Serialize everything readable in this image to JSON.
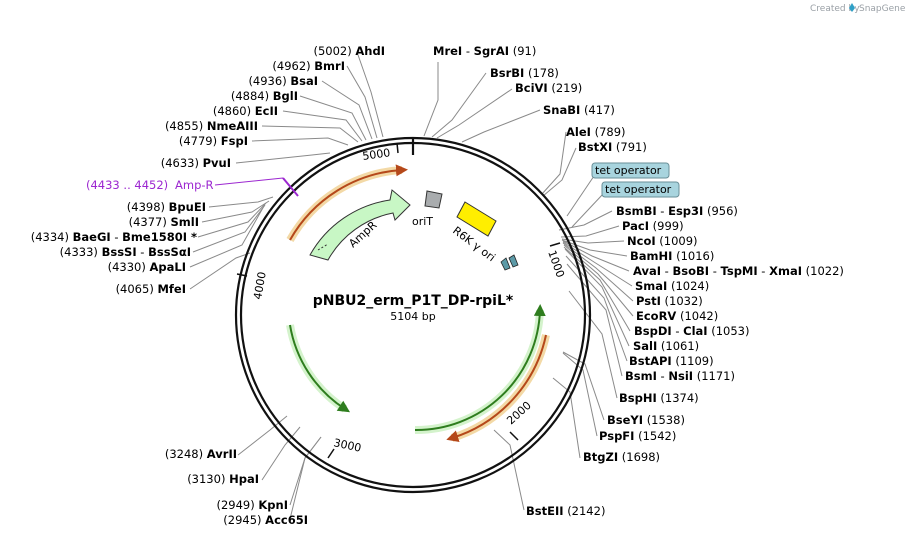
{
  "credit": {
    "prefix": "Created by",
    "brand": "SnapGene"
  },
  "plasmid": {
    "name": "pNBU2_erm_P1T_DP-rpiL*",
    "length_label": "5104 bp",
    "total_bp": 5104
  },
  "ticks": [
    "1000",
    "2000",
    "3000",
    "4000",
    "5000"
  ],
  "features": {
    "ampr": "AmpR",
    "orit": "oriT",
    "r6k": "R6K γ ori",
    "ampr_primer": "Amp-R",
    "ampr_primer_range": "(4433 .. 4452)",
    "primer_color": "#9c27d0"
  },
  "operators": [
    "tet operator",
    "tet operator"
  ],
  "sites": [
    {
      "id": "ahdi",
      "pos": "(5002)",
      "names": [
        "AhdI"
      ]
    },
    {
      "id": "bmri",
      "pos": "(4962)",
      "names": [
        "BmrI"
      ]
    },
    {
      "id": "bsai",
      "pos": "(4936)",
      "names": [
        "BsaI"
      ]
    },
    {
      "id": "bgli",
      "pos": "(4884)",
      "names": [
        "BglI"
      ]
    },
    {
      "id": "ecli",
      "pos": "(4860)",
      "names": [
        "EcII"
      ]
    },
    {
      "id": "nmeaiii",
      "pos": "(4855)",
      "names": [
        "NmeAIII"
      ]
    },
    {
      "id": "fspi",
      "pos": "(4779)",
      "names": [
        "FspI"
      ]
    },
    {
      "id": "pvui",
      "pos": "(4633)",
      "names": [
        "PvuI"
      ]
    },
    {
      "id": "bpuei",
      "pos": "(4398)",
      "names": [
        "BpuEI"
      ]
    },
    {
      "id": "smli",
      "pos": "(4377)",
      "names": [
        "SmlI"
      ]
    },
    {
      "id": "baegi",
      "pos": "(4334)",
      "names": [
        "BaeGI",
        "Bme1580I *"
      ]
    },
    {
      "id": "bsssi",
      "pos": "(4333)",
      "names": [
        "BssSI",
        "BssSαI"
      ]
    },
    {
      "id": "apali",
      "pos": "(4330)",
      "names": [
        "ApaLI"
      ]
    },
    {
      "id": "mfei",
      "pos": "(4065)",
      "names": [
        "MfeI"
      ]
    },
    {
      "id": "avrii",
      "pos": "(3248)",
      "names": [
        "AvrII"
      ]
    },
    {
      "id": "hpai",
      "pos": "(3130)",
      "names": [
        "HpaI"
      ]
    },
    {
      "id": "kpni",
      "pos": "(2949)",
      "names": [
        "KpnI"
      ]
    },
    {
      "id": "acc65i",
      "pos": "(2945)",
      "names": [
        "Acc65I"
      ]
    },
    {
      "id": "mrei",
      "pos": "(91)",
      "names": [
        "MreI",
        "SgrAI"
      ]
    },
    {
      "id": "bsrbi",
      "pos": "(178)",
      "names": [
        "BsrBI"
      ]
    },
    {
      "id": "bcivi",
      "pos": "(219)",
      "names": [
        "BciVI"
      ]
    },
    {
      "id": "snabi",
      "pos": "(417)",
      "names": [
        "SnaBI"
      ]
    },
    {
      "id": "alei",
      "pos": "(789)",
      "names": [
        "AleI"
      ]
    },
    {
      "id": "bstxi",
      "pos": "(791)",
      "names": [
        "BstXI"
      ]
    },
    {
      "id": "bsmbi",
      "pos": "(956)",
      "names": [
        "BsmBI",
        "Esp3I"
      ]
    },
    {
      "id": "paci",
      "pos": "(999)",
      "names": [
        "PacI"
      ]
    },
    {
      "id": "ncoi",
      "pos": "(1009)",
      "names": [
        "NcoI"
      ]
    },
    {
      "id": "bamhi",
      "pos": "(1016)",
      "names": [
        "BamHI"
      ]
    },
    {
      "id": "avai",
      "pos": "(1022)",
      "names": [
        "AvaI",
        "BsoBI",
        "TspMI",
        "XmaI"
      ]
    },
    {
      "id": "smai",
      "pos": "(1024)",
      "names": [
        "SmaI"
      ]
    },
    {
      "id": "psti",
      "pos": "(1032)",
      "names": [
        "PstI"
      ]
    },
    {
      "id": "ecorv",
      "pos": "(1042)",
      "names": [
        "EcoRV"
      ]
    },
    {
      "id": "bspdi",
      "pos": "(1053)",
      "names": [
        "BspDI",
        "ClaI"
      ]
    },
    {
      "id": "sali",
      "pos": "(1061)",
      "names": [
        "SalI"
      ]
    },
    {
      "id": "bstapi",
      "pos": "(1109)",
      "names": [
        "BstAPI"
      ]
    },
    {
      "id": "bsmi",
      "pos": "(1171)",
      "names": [
        "BsmI",
        "NsiI"
      ]
    },
    {
      "id": "bsphi",
      "pos": "(1374)",
      "names": [
        "BspHI"
      ]
    },
    {
      "id": "bseyi",
      "pos": "(1538)",
      "names": [
        "BseYI"
      ]
    },
    {
      "id": "pspfi",
      "pos": "(1542)",
      "names": [
        "PspFI"
      ]
    },
    {
      "id": "btgzi",
      "pos": "(1698)",
      "names": [
        "BtgZI"
      ]
    },
    {
      "id": "bsteii",
      "pos": "(2142)",
      "names": [
        "BstEII"
      ]
    }
  ]
}
